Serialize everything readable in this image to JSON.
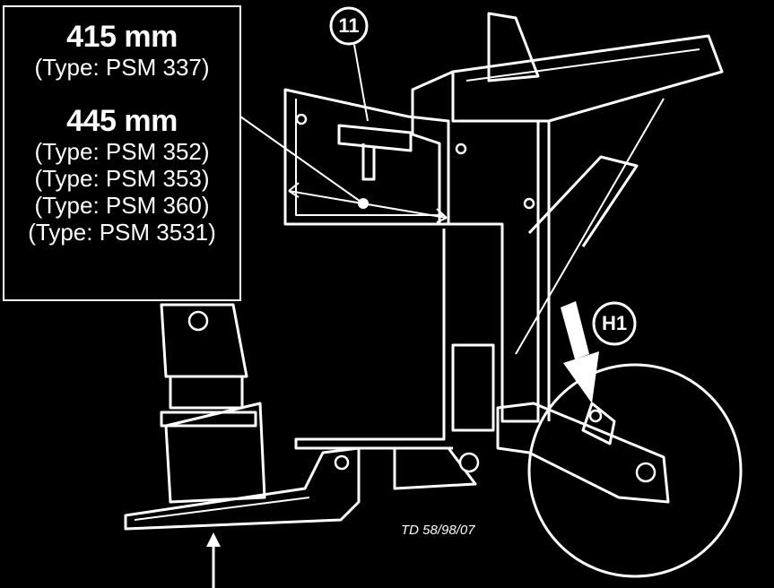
{
  "spec_box": {
    "groups": [
      {
        "dimension": "415 mm",
        "types": [
          "(Type: PSM 337)"
        ]
      },
      {
        "dimension": "445 mm",
        "types": [
          "(Type: PSM 352)",
          "(Type: PSM 353)",
          "(Type: PSM 360)",
          "(Type: PSM 3531)"
        ]
      }
    ]
  },
  "callouts": {
    "part_number": "11",
    "force_direction": "H1"
  },
  "drawing_reference": "TD 58/98/07"
}
